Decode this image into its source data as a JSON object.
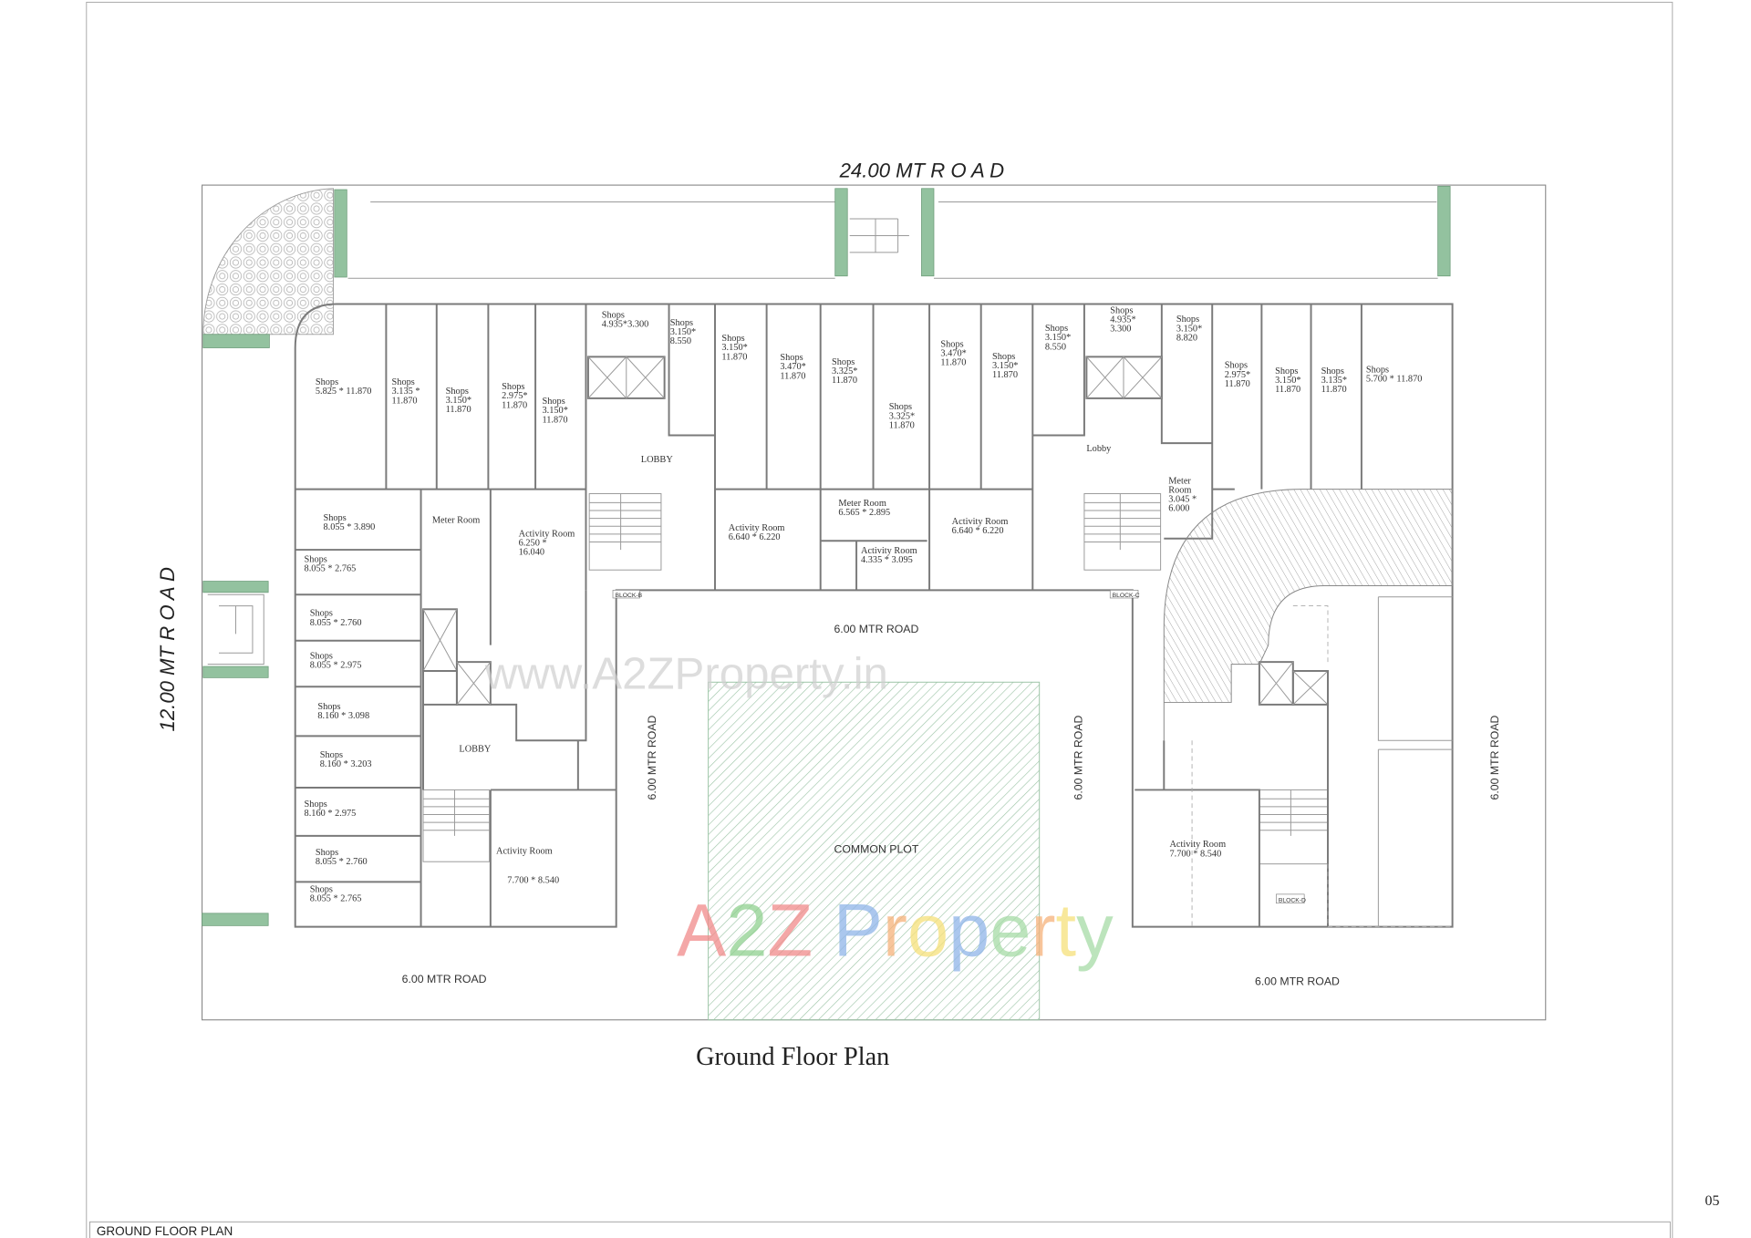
{
  "title_bar": "GROUND FLOOR PLAN",
  "page_number": "05",
  "plan_title": "Ground Floor Plan",
  "roads": {
    "top": "24.00 MT  R O A D",
    "left": "12.00 MT  R O A D",
    "courtyard_top": "6.00 MTR ROAD",
    "courtyard_left": "6.00 MTR ROAD",
    "courtyard_right": "6.00 MTR ROAD",
    "east": "6.00 MTR ROAD",
    "bottom_left": "6.00 MTR ROAD",
    "bottom_right": "6.00 MTR ROAD"
  },
  "blocks": [
    "BLOCK-B",
    "BLOCK-C",
    "BLOCK-D"
  ],
  "common_plot": "COMMON PLOT",
  "rooms": [
    {
      "lines": [
        "Shops",
        "5.825 * 11.870"
      ]
    },
    {
      "lines": [
        "Shops",
        "3.135 *",
        "11.870"
      ]
    },
    {
      "lines": [
        "Shops",
        "3.150*",
        "11.870"
      ]
    },
    {
      "lines": [
        "Shops",
        "2.975*",
        "11.870"
      ]
    },
    {
      "lines": [
        "Shops",
        "3.150*",
        "11.870"
      ]
    },
    {
      "lines": [
        "Shops",
        "4.935*3.300"
      ]
    },
    {
      "lines": [
        "Shops",
        "3.150*",
        "8.550"
      ]
    },
    {
      "lines": [
        "Shops",
        "3.150*",
        "11.870"
      ]
    },
    {
      "lines": [
        "Shops",
        "3.470*",
        "11.870"
      ]
    },
    {
      "lines": [
        "Shops",
        "3.325*",
        "11.870"
      ]
    },
    {
      "lines": [
        "Shops",
        "3.325*",
        "11.870"
      ]
    },
    {
      "lines": [
        "Shops",
        "3.470*",
        "11.870"
      ]
    },
    {
      "lines": [
        "Shops",
        "3.150*",
        "11.870"
      ]
    },
    {
      "lines": [
        "Shops",
        "3.150*",
        "8.550"
      ]
    },
    {
      "lines": [
        "Shops",
        "4.935*",
        "3.300"
      ]
    },
    {
      "lines": [
        "Shops",
        "3.150*",
        "8.820"
      ]
    },
    {
      "lines": [
        "Shops",
        "2.975*",
        "11.870"
      ]
    },
    {
      "lines": [
        "Shops",
        "3.150*",
        "11.870"
      ]
    },
    {
      "lines": [
        "Shops",
        "3.135*",
        "11.870"
      ]
    },
    {
      "lines": [
        "Shops",
        "5.700 * 11.870"
      ]
    },
    {
      "lines": [
        "Shops",
        "8.055 * 3.890"
      ]
    },
    {
      "lines": [
        "Shops",
        "8.055 * 2.765"
      ]
    },
    {
      "lines": [
        "Shops",
        "8.055 * 2.760"
      ]
    },
    {
      "lines": [
        "Shops",
        "8.055 * 2.975"
      ]
    },
    {
      "lines": [
        "Shops",
        "8.160 * 3.098"
      ]
    },
    {
      "lines": [
        "Shops",
        "8.160 * 3.203"
      ]
    },
    {
      "lines": [
        "Shops",
        "8.160 * 2.975"
      ]
    },
    {
      "lines": [
        "Shops",
        "8.055 * 2.760"
      ]
    },
    {
      "lines": [
        "Shops",
        "8.055 * 2.765"
      ]
    },
    {
      "lines": [
        "Meter Room"
      ]
    },
    {
      "lines": [
        "Activity Room",
        "6.250 *",
        "16.040"
      ]
    },
    {
      "lines": [
        "LOBBY"
      ]
    },
    {
      "lines": [
        "Activity Room",
        "6.640  * 6.220"
      ]
    },
    {
      "lines": [
        "Meter Room",
        "6.565 * 2.895"
      ]
    },
    {
      "lines": [
        "Activity Room",
        "4.335 * 3.095"
      ]
    },
    {
      "lines": [
        "Activity Room",
        "6.640 * 6.220"
      ]
    },
    {
      "lines": [
        "Lobby"
      ]
    },
    {
      "lines": [
        "Meter",
        "Room",
        "3.045 *",
        "6.000"
      ]
    },
    {
      "lines": [
        "LOBBY"
      ]
    },
    {
      "lines": [
        "Activity Room",
        "7.700 * 8.540"
      ]
    },
    {
      "lines": [
        "Activity Room",
        "7.700 * 8.540"
      ]
    }
  ],
  "watermark": {
    "url": "www.A2ZProperty.in",
    "logo": "A2Z Property",
    "logo_colors": [
      "#f08a8a",
      "#8fd08f",
      "#f08a8a",
      "#ffffff",
      "#8fb4e8",
      "#f5b27a",
      "#f5e07a",
      "#8fb4e8",
      "#a6dba6",
      "#f5b27a",
      "#f5e07a",
      "#a6dba6"
    ]
  },
  "colors": {
    "landscape": "#93c29f",
    "common_plot_hatch": "#9cc4a6",
    "wall": "#7a7a7a"
  }
}
